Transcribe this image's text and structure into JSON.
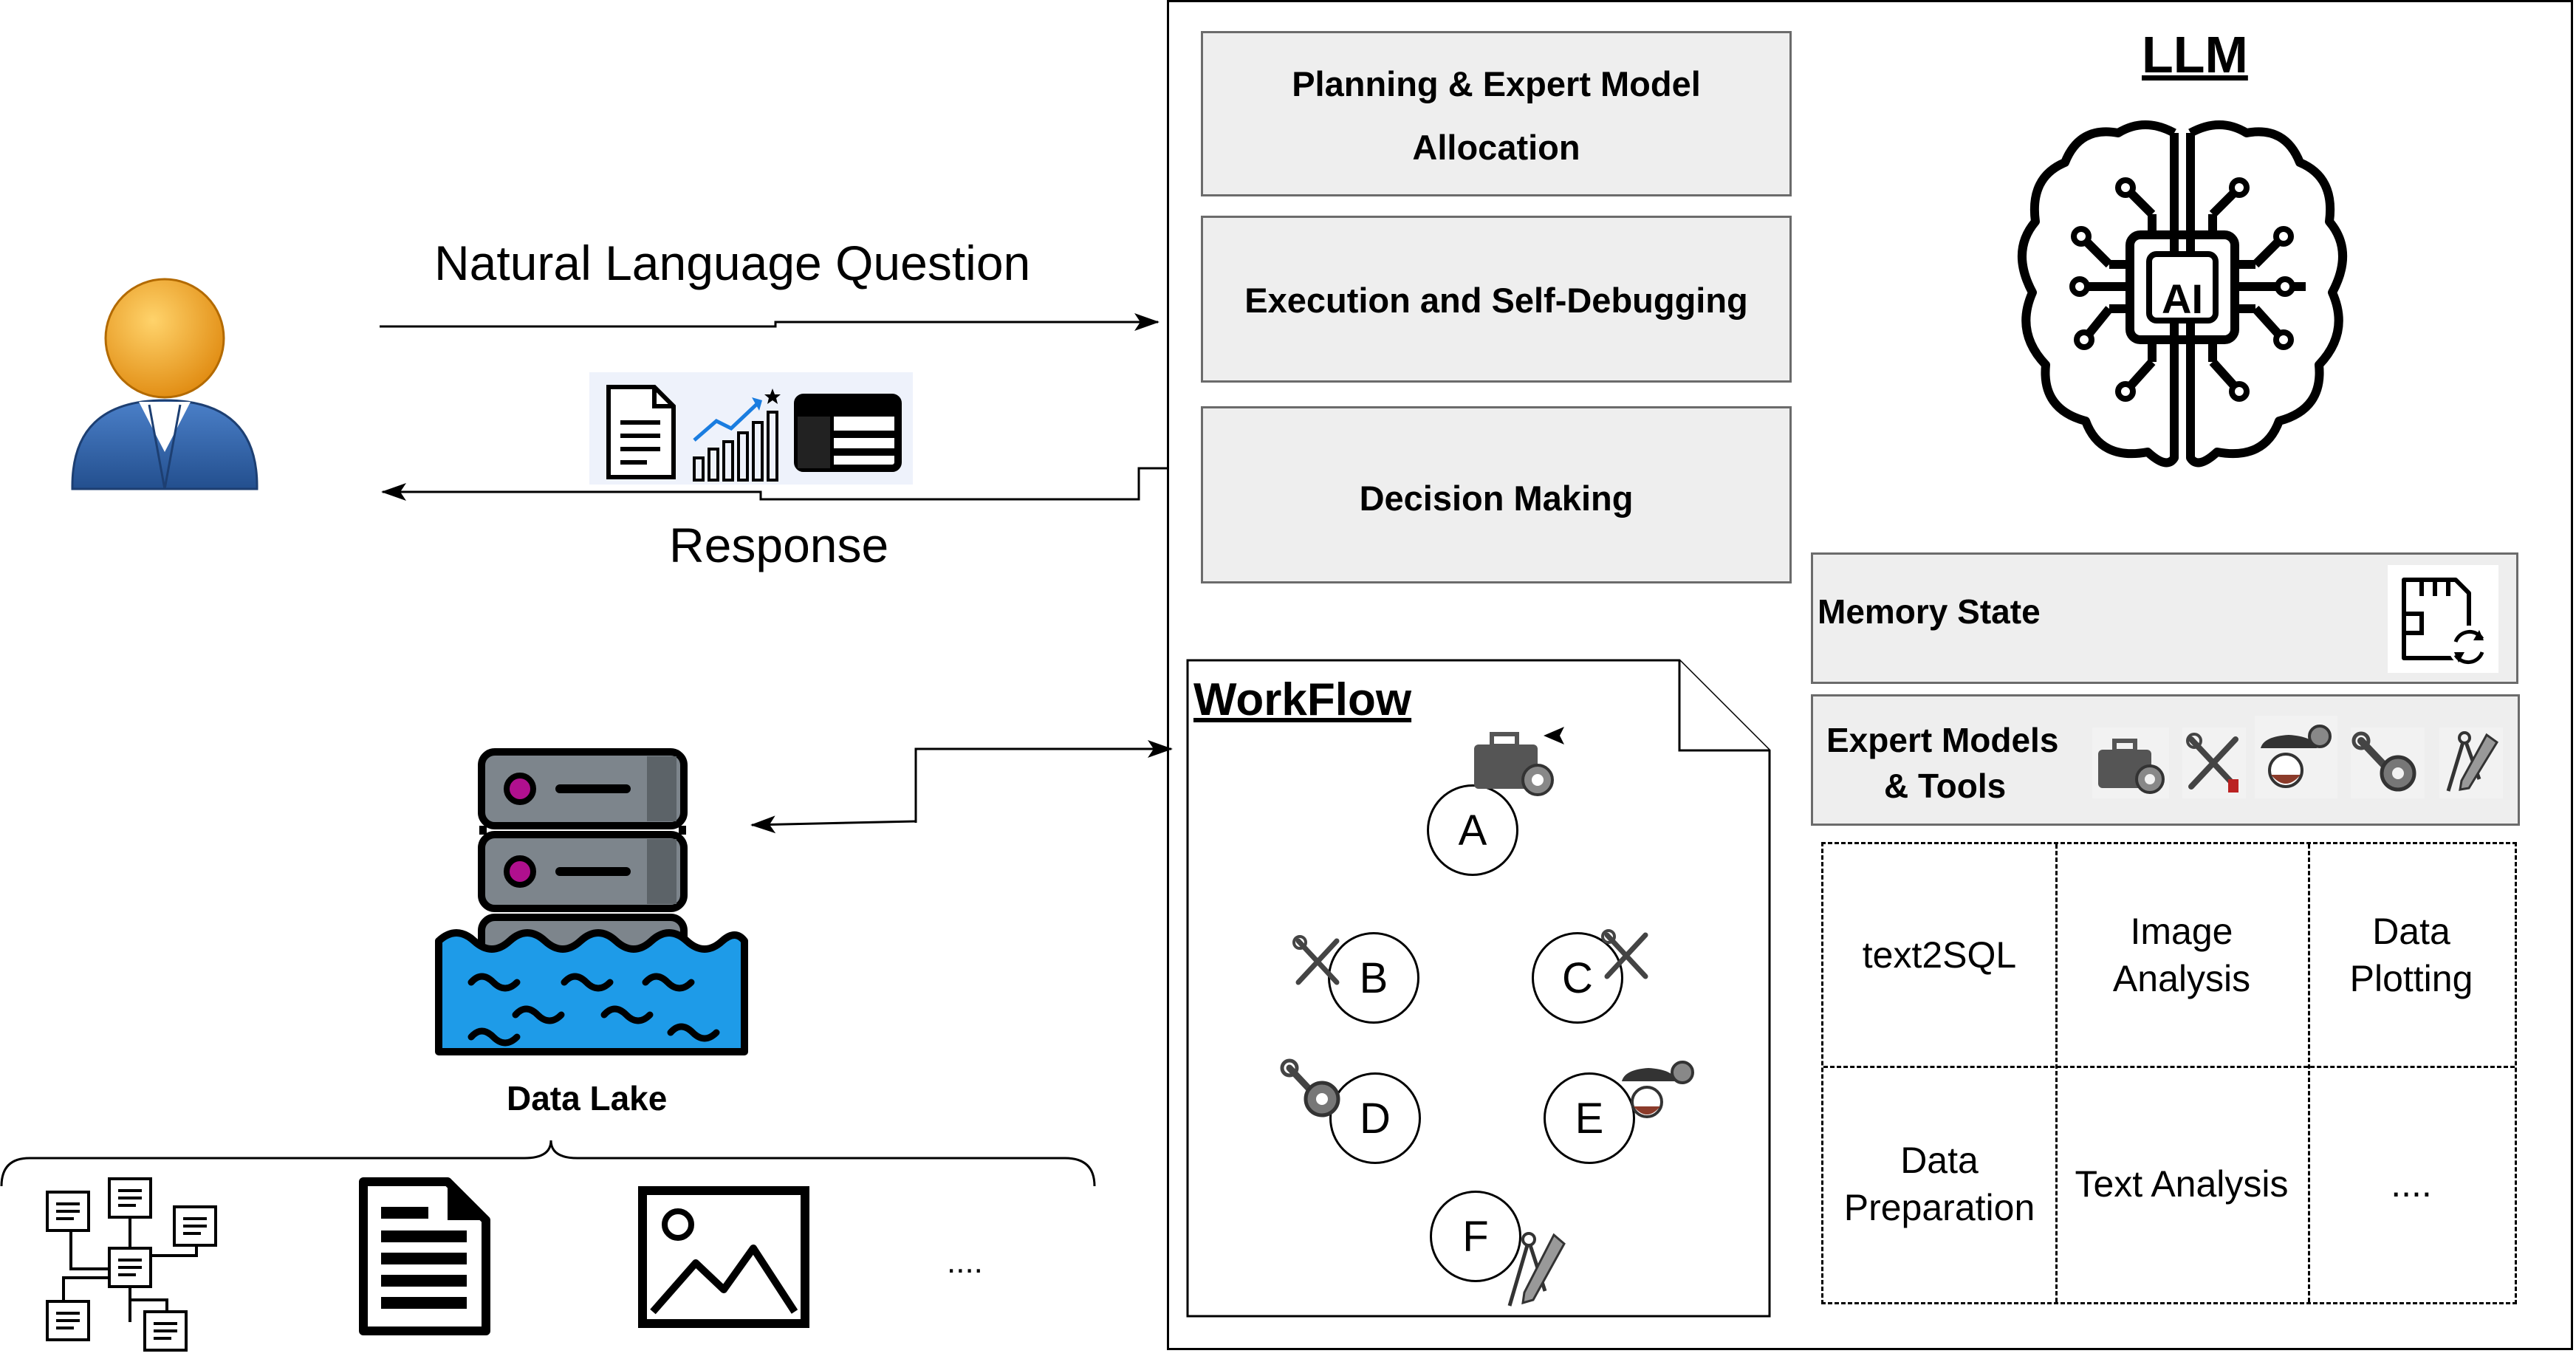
{
  "user": {
    "icon": "user-avatar-icon"
  },
  "arrows": {
    "question_label": "Natural Language Question",
    "response_label": "Response",
    "response_icons": [
      "document-icon",
      "bar-chart-icon",
      "table-icon"
    ]
  },
  "data_lake": {
    "label": "Data Lake",
    "icon": "database-lake-icon",
    "sources": [
      {
        "icon": "schema-graph-icon"
      },
      {
        "icon": "document-icon"
      },
      {
        "icon": "image-icon"
      },
      {
        "label": "...."
      }
    ]
  },
  "agent": {
    "steps": [
      {
        "line1": "Planning & Expert Model",
        "line2": "Allocation"
      },
      {
        "label": "Execution and Self-Debugging"
      },
      {
        "label": "Decision Making"
      }
    ],
    "llm": {
      "title": "LLM",
      "chip_label": "AI",
      "icon": "ai-brain-icon"
    },
    "memory": {
      "label": "Memory State",
      "icon": "memory-card-icon"
    },
    "experts": {
      "line1": "Expert Models",
      "line2": "& Tools",
      "icons": [
        "toolbox-gear-icon",
        "tools-icon",
        "worker-gear-icon",
        "wrench-gear-icon",
        "compass-pencil-icon"
      ]
    },
    "capabilities": [
      {
        "lines": [
          "text2SQL"
        ]
      },
      {
        "lines": [
          "Image",
          "Analysis"
        ]
      },
      {
        "lines": [
          "Data",
          "Plotting"
        ]
      },
      {
        "lines": [
          "Data",
          "Preparation"
        ]
      },
      {
        "lines": [
          "Text Analysis"
        ]
      },
      {
        "lines": [
          "...."
        ]
      }
    ]
  },
  "workflow": {
    "title": "WorkFlow",
    "nodes": [
      "A",
      "B",
      "C",
      "D",
      "E",
      "F"
    ]
  },
  "colors": {
    "box_fill": "#eeeeee",
    "box_border": "#6b6b6b",
    "user_head": "#e89a1c",
    "user_body": "#2f63a8",
    "server_gray": "#7d858c",
    "water_blue": "#1e9be8",
    "server_dot": "#b0108e"
  }
}
